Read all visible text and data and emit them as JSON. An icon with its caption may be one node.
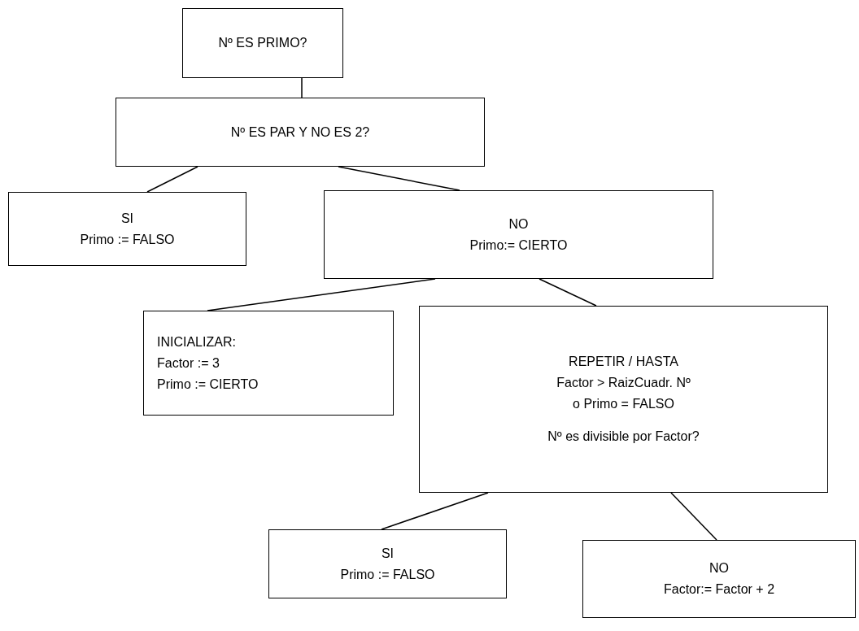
{
  "diagram": {
    "nodes": [
      {
        "text": [
          "Nº ES PRIMO?"
        ]
      },
      {
        "text": [
          "Nº ES PAR Y NO ES 2?"
        ]
      },
      {
        "text": [
          "SI",
          "Primo := FALSO"
        ]
      },
      {
        "text": [
          "NO",
          "Primo:= CIERTO"
        ]
      },
      {
        "text": [
          "INICIALIZAR:",
          "Factor := 3",
          "Primo := CIERTO"
        ]
      },
      {
        "text": [
          "REPETIR / HASTA",
          "Factor > RaizCuadr. Nº",
          "o Primo = FALSO",
          "Nº es divisible por Factor?"
        ]
      },
      {
        "text": [
          "SI",
          "Primo := FALSO"
        ]
      },
      {
        "text": [
          "NO",
          "Factor:= Factor + 2"
        ]
      }
    ],
    "edges": [
      {
        "from": 0,
        "to": 1,
        "arrow": "none"
      },
      {
        "from": 1,
        "to": 2,
        "arrow": "none"
      },
      {
        "from": 1,
        "to": 3,
        "arrow": "none"
      },
      {
        "from": 3,
        "to": 4,
        "arrow": "none"
      },
      {
        "from": 3,
        "to": 5,
        "arrow": "none"
      },
      {
        "from": 5,
        "to": 6,
        "arrow": "none"
      },
      {
        "from": 5,
        "to": 7,
        "arrow": "none"
      }
    ]
  }
}
